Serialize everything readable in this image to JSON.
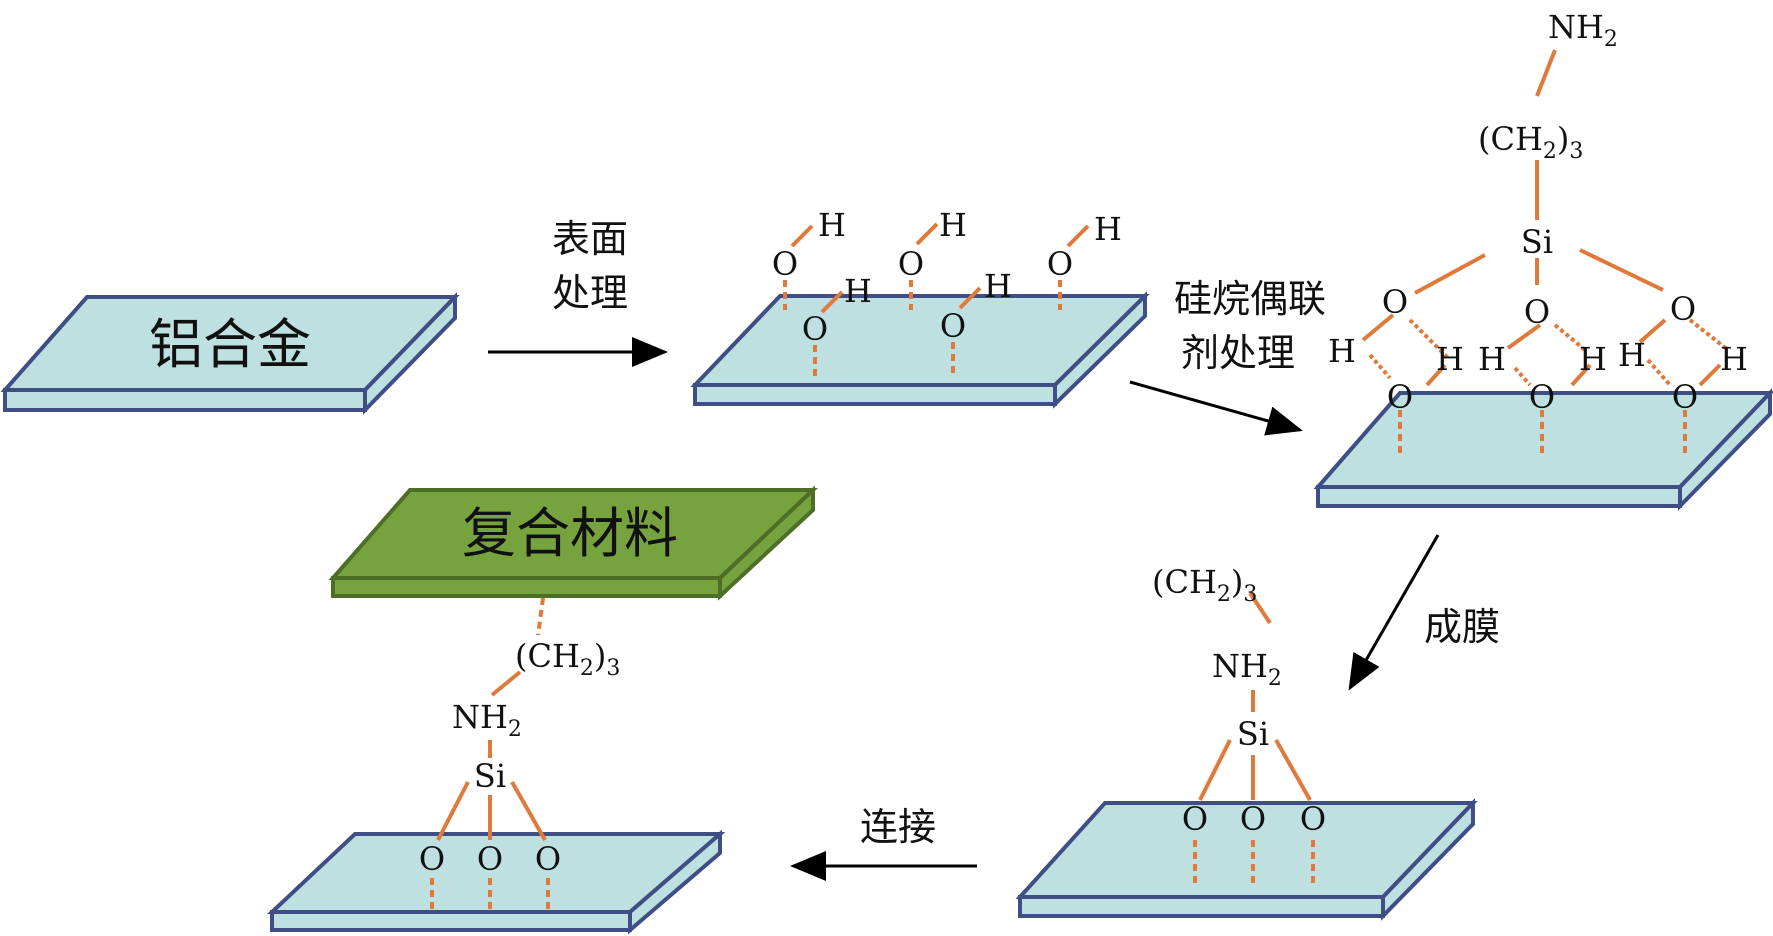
{
  "plates": {
    "aluminum": "铝合金",
    "composite": "复合材料"
  },
  "steps": {
    "surface_treatment": [
      "表面",
      "处理"
    ],
    "silane_treatment": [
      "硅烷偶联",
      "剂处理"
    ],
    "film_forming": "成膜",
    "connecting": "连接"
  },
  "chem": {
    "O": "O",
    "H": "H",
    "Si": "Si",
    "NH": "NH",
    "CH2": "(CH",
    "sub2": "2",
    "close": ")",
    "sub3": "3"
  },
  "colors": {
    "plate_top": "#bfe0e0",
    "plate_edge": "#3f4f86",
    "composite_top": "#77a33f",
    "composite_edge": "#4e6e28",
    "bond": "#e07a3b"
  }
}
